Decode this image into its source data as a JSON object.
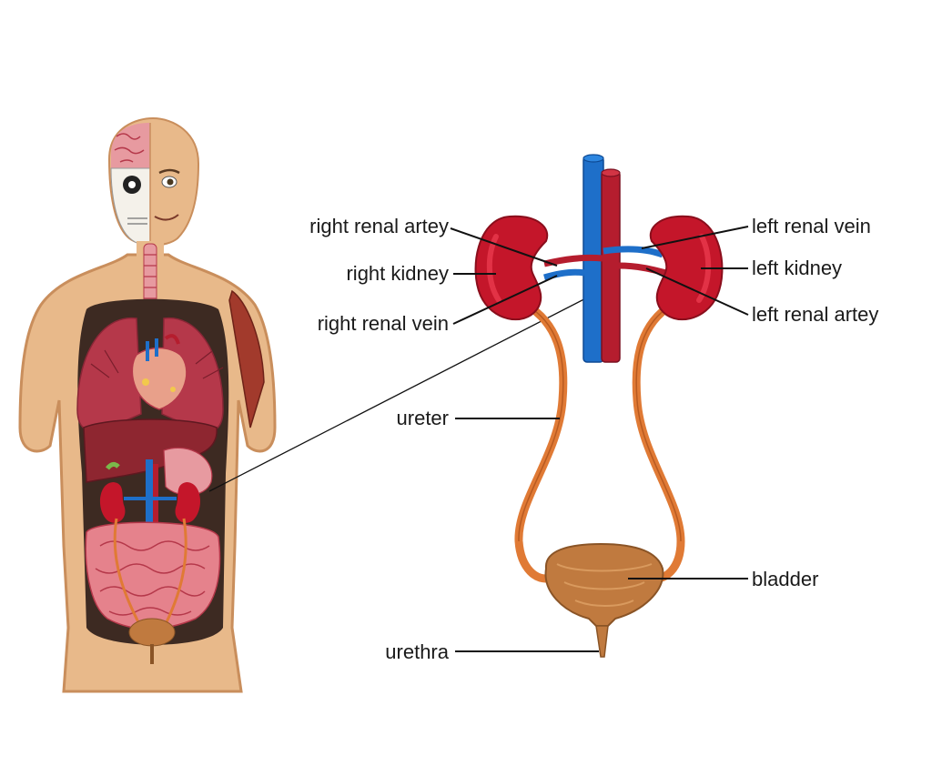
{
  "labels": {
    "right_renal_artery": "right renal artey",
    "right_kidney": "right kidney",
    "right_renal_vein": "right renal vein",
    "left_renal_vein": "left renal vein",
    "left_kidney": "left kidney",
    "left_renal_artery": "left renal artey",
    "ureter": "ureter",
    "bladder": "bladder",
    "urethra": "urethra"
  },
  "colors": {
    "skin": "#e8b98a",
    "skin_shade": "#c98e5c",
    "kidney": "#c4162a",
    "kidney_light": "#e23246",
    "vein": "#1e6fc9",
    "artery": "#b51d2e",
    "ureter": "#e07a35",
    "bladder": "#c07a3f",
    "lung": "#b5384a",
    "liver": "#8e2630",
    "intestine": "#e5828c",
    "body_cavity": "#3d2a22"
  }
}
